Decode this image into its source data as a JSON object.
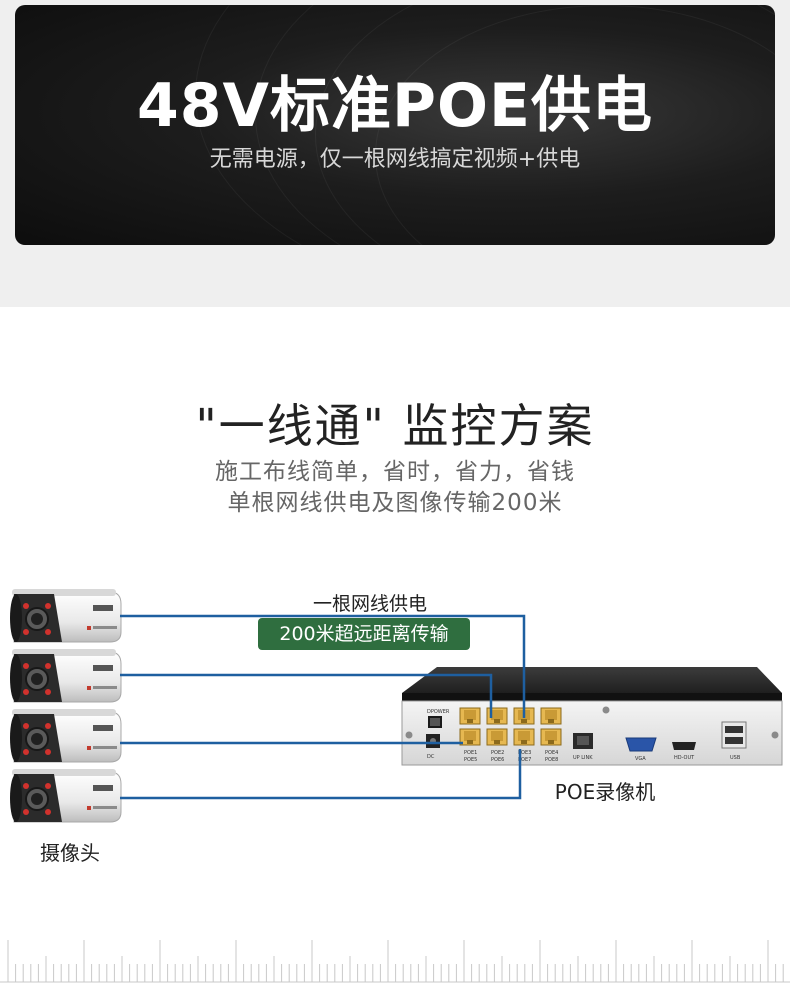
{
  "banner": {
    "title": "48V标准POE供电",
    "subtitle": "无需电源，仅一根网线搞定视频+供电"
  },
  "solution": {
    "heading": "\"一线通\"  监控方案",
    "line1": "施工布线简单，省时，省力，省钱",
    "line2": "单根网线供电及图像传输200米"
  },
  "diagram": {
    "cable_label": "一根网线供电",
    "distance_badge": "200米超远距离传输",
    "nvr_label": "POE录像机",
    "camera_label": "摄像头",
    "camera_count": 4,
    "cable_color": "#1e5fa0",
    "badge_color": "#2f6e3f",
    "nvr_panel": {
      "power_label": "DPOWER",
      "dc_label": "DC",
      "ports_top": [
        "POE1",
        "POE2",
        "POE3",
        "POE4"
      ],
      "ports_bottom": [
        "POE5",
        "POE6",
        "POE7",
        "POE8"
      ],
      "uplink_label": "UP LINK",
      "vga_label": "VGA",
      "hdmi_label": "HD-OUT",
      "usb_label": "USB"
    }
  }
}
